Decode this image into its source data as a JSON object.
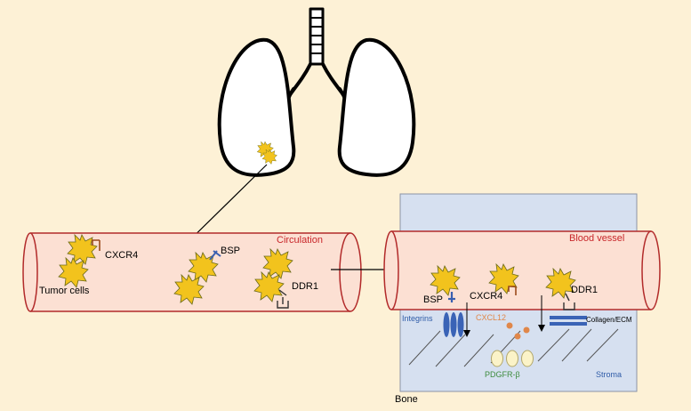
{
  "labels": {
    "cxcr4_left": "CXCR4",
    "tumor_cells": "Tumor cells",
    "bsp_left": "BSP",
    "circulation": "Circulation",
    "ddr1_left": "DDR1",
    "blood_vessel": "Blood vessel",
    "bsp_right": "BSP",
    "cxcr4_right": "CXCR4",
    "ddr1_right": "DDR1",
    "integrins": "Integrins",
    "cxcl12": "CXCL12",
    "collagen": "Collagen/ECM",
    "pdgfr": "PDGFR-β",
    "stroma": "Stroma",
    "bone": "Bone"
  },
  "colors": {
    "background": "#fdf1d6",
    "vessel_fill": "#fce0d3",
    "vessel_stroke": "#b22a2a",
    "bone_fill": "#d6e0f0",
    "tumor_cell": "#f2c31d",
    "receptor_bsp": "#3a5fb0",
    "integrin": "#3a63b6",
    "collagen": "#3a63b6",
    "cxcl12_dot": "#e0874a",
    "cxcr4_receptor": "#9a4a1c",
    "pdgfr_fill": "#fbf3c8",
    "label_red": "#c8262a",
    "label_blue": "#2f5ca8",
    "label_orange": "#e0874a",
    "label_green": "#3d8b3d"
  },
  "icons": [
    "lung-icon",
    "tumor-cell-icon",
    "receptor-icon"
  ]
}
